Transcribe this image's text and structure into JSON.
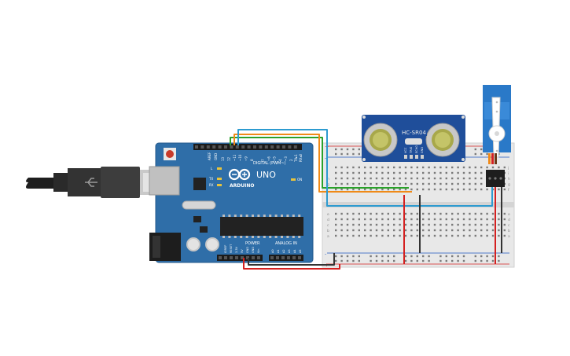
{
  "arduino": {
    "model": "UNO",
    "brand": "ARDUINO",
    "digital_header": "DIGITAL (PWM~)",
    "power_header": "POWER",
    "analog_header": "ANALOG IN",
    "led_l": "L",
    "led_tx": "TX",
    "led_rx": "RX",
    "led_on": "ON",
    "aref": "AREF",
    "gnd": "GND",
    "tx_label": "TX▸1",
    "rx_label": "RX◂0",
    "digital_pins": [
      "13",
      "12",
      "~11",
      "~10",
      "~9",
      "8",
      "7",
      "~6",
      "~5",
      "4",
      "~3",
      "2"
    ],
    "power_pins": [
      "IOREF",
      "RESET",
      "3.3V",
      "5V",
      "GND",
      "GND",
      "Vin"
    ],
    "analog_pins": [
      "A0",
      "A1",
      "A2",
      "A3",
      "A4",
      "A5"
    ],
    "board_color": "#2f6ea8"
  },
  "sensor": {
    "label": "HC-SR04",
    "pins": [
      "VCC",
      "TRIG",
      "ECHO",
      "GND"
    ],
    "board_color": "#1f4e9a"
  },
  "servo": {
    "color": "#2a79c8"
  },
  "breadboard": {
    "row_letters_top": [
      "j",
      "i",
      "h",
      "g",
      "f"
    ],
    "row_letters_bottom": [
      "e",
      "d",
      "c",
      "b",
      "a"
    ],
    "plus": "+",
    "minus": "-",
    "column_count": 30
  },
  "wires": {
    "green": "#2aa12a",
    "orange": "#f08a17",
    "blue": "#2d9bd0",
    "red": "#d42020",
    "black": "#333333"
  }
}
